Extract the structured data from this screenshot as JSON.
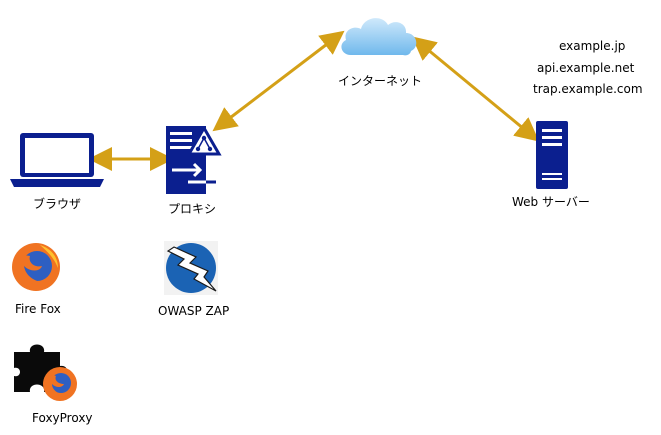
{
  "nodes": {
    "browser": {
      "label": "ブラウザ"
    },
    "proxy": {
      "label": "プロキシ"
    },
    "internet": {
      "label": "インターネット"
    },
    "webserver": {
      "label": "Web サーバー"
    },
    "firefox": {
      "label": "Fire Fox"
    },
    "zap": {
      "label": "OWASP ZAP"
    },
    "foxyproxy": {
      "label": "FoxyProxy"
    }
  },
  "domains": [
    "example.jp",
    "api.example.net",
    "trap.example.com"
  ],
  "colors": {
    "arrow": "#D4A017",
    "device": "#0B1F8F",
    "cloud": "#7FC4F0",
    "firefox_orange": "#F07322",
    "firefox_blue": "#2E5FC2"
  }
}
